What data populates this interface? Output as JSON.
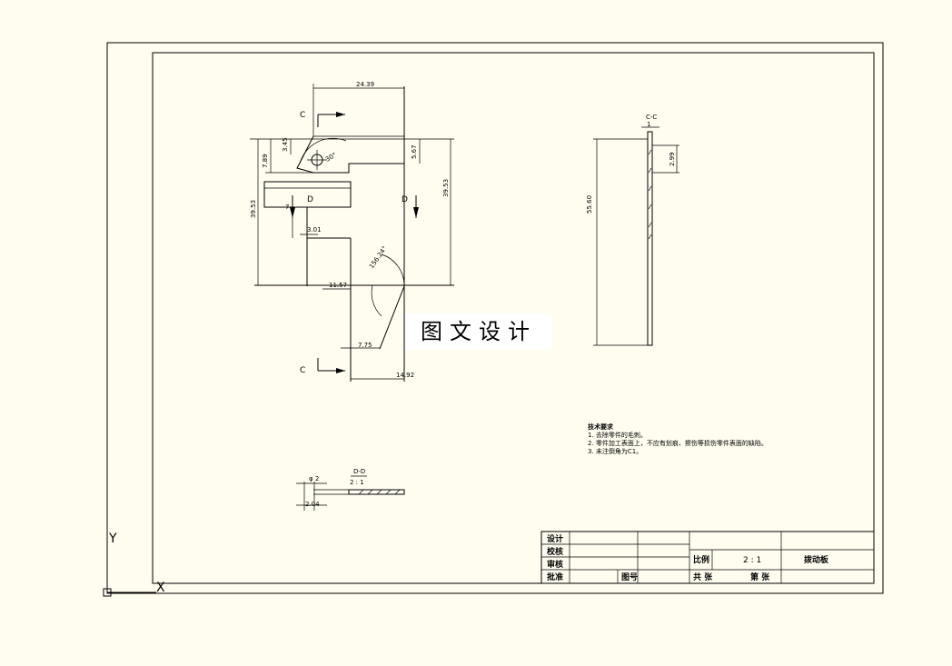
{
  "ucs": {
    "x_label": "X",
    "y_label": "Y"
  },
  "section_labels": {
    "c_top": "C",
    "c_bottom": "C",
    "d_left": "D",
    "d_right": "D",
    "cc_title": "C-C",
    "dd_title": "D-D",
    "dd_scale": "2 : 1"
  },
  "dimensions": {
    "d_24_39": "24.39",
    "d_3_45": "3.45",
    "d_7_89": "7.89",
    "d_30deg": "30°",
    "d_5_67": "5.67",
    "d_39_53_left": "39.53",
    "d_39_53_right": "39.53",
    "d_7": "7",
    "d_3_01": "3.01",
    "d_156_24": "156.24°",
    "d_11_57": "11.57",
    "d_7_75": "7.75",
    "d_14_92": "14.92",
    "d_55_60": "55.60",
    "d_2_99": "2.99",
    "d_1": "1",
    "d_phi2": "φ 2",
    "d_2_04": "2.04"
  },
  "watermark": "图文设计",
  "tech_notes": {
    "title": "技术要求",
    "line1": "1. 去除零件的毛刺。",
    "line2": "2. 零件加工表面上，不应有划痕、擦伤等损伤零件表面的缺陷。",
    "line3": "3. 未注倒角为C1。"
  },
  "title_block": {
    "design": "设计",
    "check": "校核",
    "review": "审核",
    "approve": "批准",
    "scale_label": "比例",
    "scale_value": "2 : 1",
    "part_name": "拨动板",
    "sheet_label": "共  张",
    "page_label": "第  张",
    "drawing_no": "图号"
  }
}
